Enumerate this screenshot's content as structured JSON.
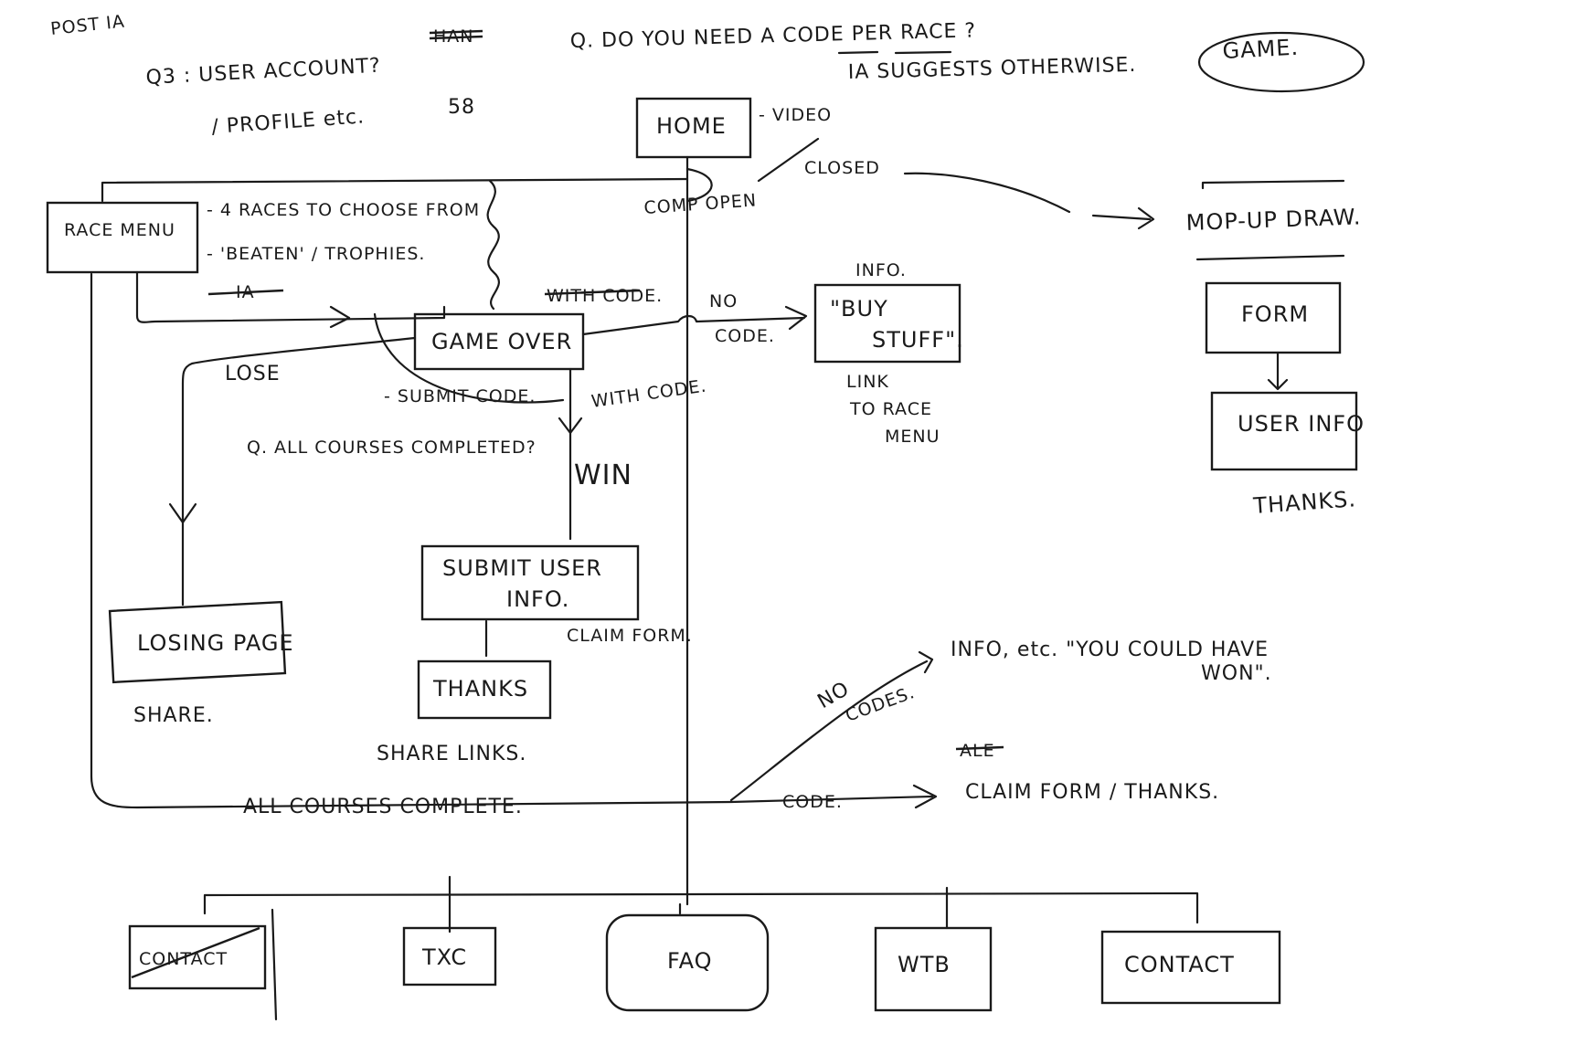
{
  "notes": {
    "post_ia": "POST IA",
    "q3_line1": "Q3 : USER ACCOUNT?",
    "q3_line2": "/ PROFILE etc.",
    "number_58": "58",
    "struck_top": "HAN",
    "q_code_per_race": "Q. DO YOU NEED A CODE PER RACE ?",
    "ia_suggests": "IA SUGGESTS OTHERWISE.",
    "q_all_courses": "Q. ALL COURSES COMPLETED?"
  },
  "nodes": {
    "home": "HOME",
    "home_video": "- VIDEO",
    "game_oval": "GAME.",
    "race_menu": "RACE MENU",
    "race_menu_note1": "- 4 RACES TO CHOOSE FROM",
    "race_menu_note2": "- 'BEATEN' / TROPHIES.",
    "race_menu_struck": "IA",
    "game_over": "GAME OVER",
    "buy_stuff_line1": "\"BUY",
    "buy_stuff_line2": "STUFF\".",
    "buy_stuff_caption": "INFO.",
    "buy_stuff_link1": "LINK",
    "buy_stuff_link2": "TO RACE",
    "buy_stuff_link3": "MENU",
    "mop_up_draw": "MOP-UP DRAW.",
    "form": "FORM",
    "user_info": "USER INFO",
    "thanks_right": "THANKS.",
    "losing_page": "LOSING PAGE",
    "losing_share": "SHARE.",
    "submit_user_info_line1": "SUBMIT USER",
    "submit_user_info_line2": "INFO.",
    "claim_form": "CLAIM FORM.",
    "thanks_mid": "THANKS",
    "share_links": "SHARE LINKS.",
    "info_could_have_won_line1": "INFO, etc. \"YOU COULD HAVE",
    "info_could_have_won_line2": "WON\".",
    "claim_form_thanks": "CLAIM FORM / THANKS.",
    "claim_struck": "ALE"
  },
  "edges": {
    "comp_open": "COMP OPEN",
    "closed": "CLOSED",
    "with_code_struck": "WITH CODE.",
    "no_code_1": "NO",
    "no_code_2": "CODE.",
    "lose": "LOSE",
    "submit_code": "- SUBMIT CODE.",
    "with_code": "WITH CODE.",
    "win": "WIN",
    "all_courses_complete": "ALL COURSES COMPLETE.",
    "no_codes_1": "NO",
    "no_codes_2": "CODES.",
    "code": "CODE."
  },
  "footer": {
    "contact_struck": "CONTACT",
    "txc": "TXC",
    "faq": "FAQ",
    "wtb": "WTB",
    "contact": "CONTACT"
  }
}
